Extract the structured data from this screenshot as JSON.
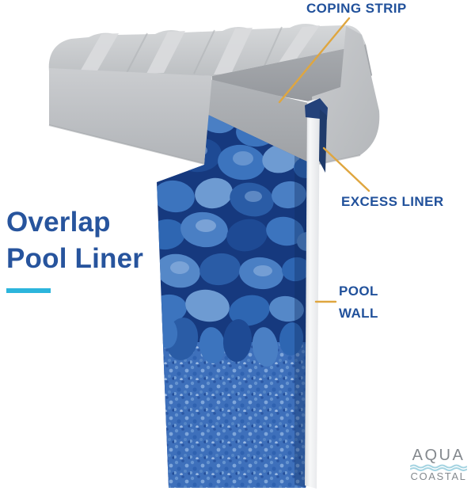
{
  "title": {
    "line1": "Overlap",
    "line2": "Pool Liner",
    "color": "#27549D",
    "underline_color": "#2CB5DC"
  },
  "callouts": {
    "coping_strip": "COPING STRIP",
    "excess_liner": "EXCESS LINER",
    "pool_wall_line1": "POOL",
    "pool_wall_line2": "WALL",
    "text_color": "#21519B",
    "leader_line_color": "#DFA63F"
  },
  "diagram": {
    "coping_strip_color": "#C2C5C8",
    "pool_wall_color": "#EDEFF1",
    "liner_stone_color": "#2E66B2",
    "liner_background_color": "#16397E",
    "excess_liner_color": "#1F3B6B"
  },
  "logo": {
    "line1": "AQUA",
    "line2": "COASTAL",
    "text_color": "#84898E",
    "wave_color": "#A5D4E2"
  }
}
